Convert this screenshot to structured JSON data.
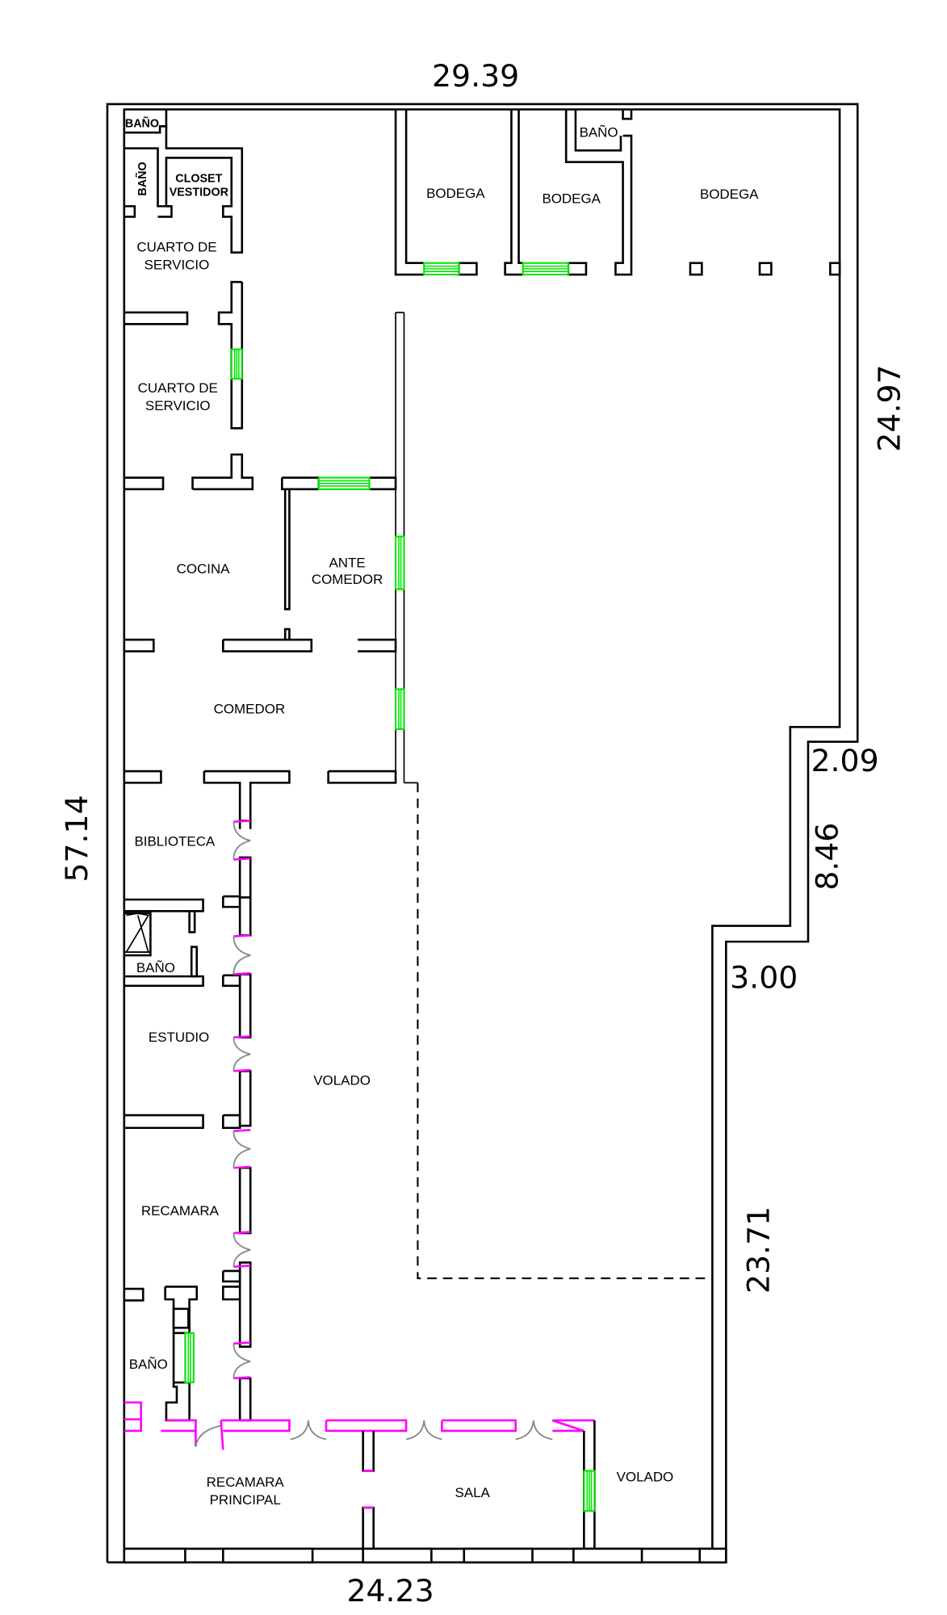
{
  "plan": {
    "dimensions": {
      "top_width": "29.39",
      "left_height": "57.14",
      "right_upper": "24.97",
      "step_offset_1": "2.09",
      "step_height": "8.46",
      "step_offset_2": "3.00",
      "right_lower": "23.71",
      "bottom_width": "24.23"
    },
    "rooms": {
      "bano_1": "BAÑO",
      "bano_2": "BAÑO",
      "closet_line1": "CLOSET",
      "closet_line2": "VESTIDOR",
      "cuarto_servicio_1_line1": "CUARTO DE",
      "cuarto_servicio_1_line2": "SERVICIO",
      "cuarto_servicio_2_line1": "CUARTO DE",
      "cuarto_servicio_2_line2": "SERVICIO",
      "bodega_1": "BODEGA",
      "bodega_2": "BODEGA",
      "bodega_3": "BODEGA",
      "bano_bodega": "BAÑO",
      "cocina": "COCINA",
      "antecomedor_line1": "ANTE",
      "antecomedor_line2": "COMEDOR",
      "comedor": "COMEDOR",
      "biblioteca": "BIBLIOTECA",
      "bano_3": "BAÑO",
      "estudio": "ESTUDIO",
      "volado_1": "VOLADO",
      "recamara": "RECAMARA",
      "bano_4": "BAÑO",
      "recamara_principal_line1": "RECAMARA",
      "recamara_principal_line2": "PRINCIPAL",
      "sala": "SALA",
      "volado_2": "VOLADO"
    },
    "colors": {
      "walls": "#000000",
      "windows": "#00e600",
      "doors": "#ff00ff",
      "door_swing": "#888888"
    }
  }
}
